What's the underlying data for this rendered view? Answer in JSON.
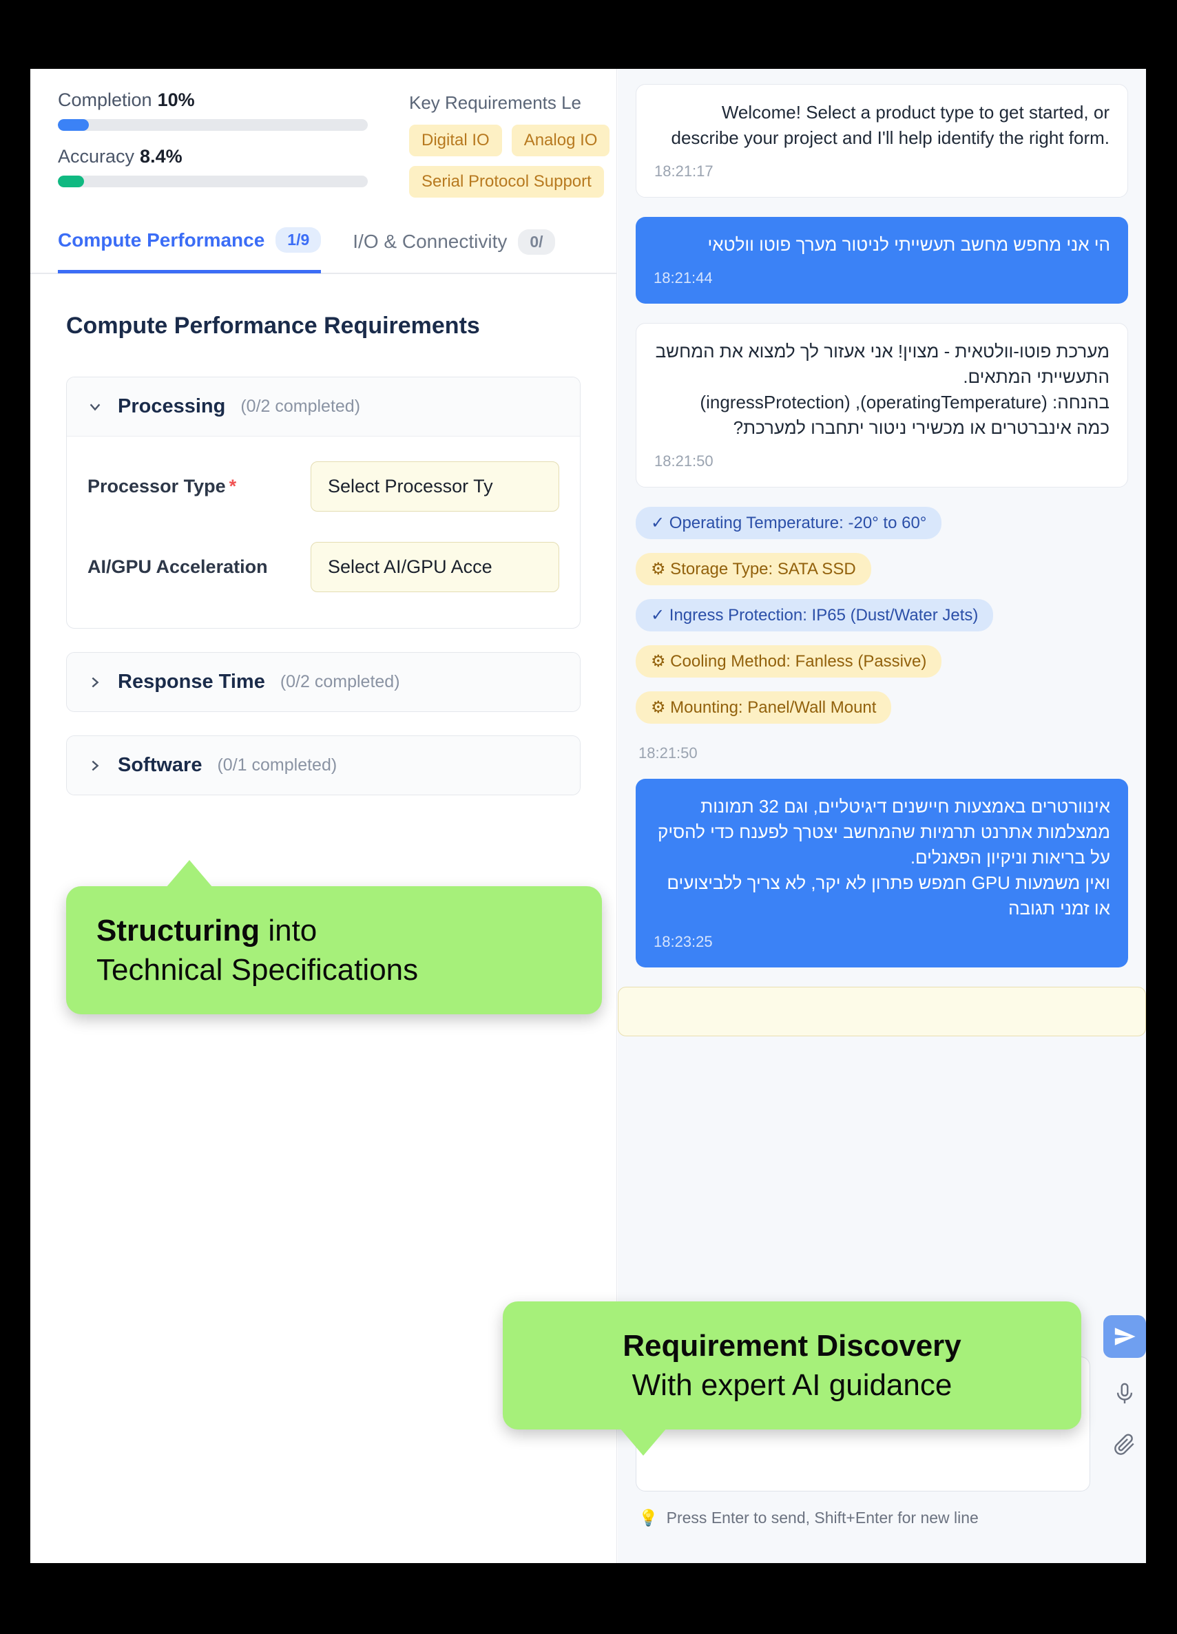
{
  "stats": {
    "completion_label": "Completion",
    "completion_value": "10%",
    "completion_pct": 10,
    "accuracy_label": "Accuracy",
    "accuracy_value": "8.4%",
    "accuracy_pct": 8.4,
    "key_requirements_title": "Key Requirements Le",
    "key_requirement_chips": [
      "Digital IO",
      "Analog IO",
      "Serial Protocol Support"
    ]
  },
  "tabs": [
    {
      "label": "Compute Performance",
      "badge": "1/9",
      "active": true
    },
    {
      "label": "I/O & Connectivity",
      "badge": "0/",
      "active": false
    }
  ],
  "form": {
    "section_title": "Compute Performance Requirements",
    "sections": [
      {
        "name": "Processing",
        "count": "(0/2 completed)",
        "expanded": true,
        "fields": [
          {
            "label": "Processor Type",
            "required": true,
            "value": "Select Processor Ty"
          },
          {
            "label": "AI/GPU Acceleration",
            "required": false,
            "value": "Select AI/GPU Acce"
          }
        ]
      },
      {
        "name": "Response Time",
        "count": "(0/2 completed)",
        "expanded": false,
        "fields": []
      },
      {
        "name": "Software",
        "count": "(0/1 completed)",
        "expanded": false,
        "fields": []
      }
    ]
  },
  "chat": {
    "messages": [
      {
        "role": "ai",
        "lines": [
          "Welcome! Select a product type to get started, or describe your project and I'll help identify the right form."
        ],
        "timestamp": "18:21:17"
      },
      {
        "role": "user",
        "lines": [
          "הי אני מחפש מחשב תעשייתי לניטור מערך פוטו וולטאי"
        ],
        "timestamp": "18:21:44"
      },
      {
        "role": "ai",
        "lines": [
          "מערכת פוטו-וולטאית - מצוין! אני אעזור לך למצוא את המחשב התעשייתי המתאים.",
          "בהנחה: (operatingTemperature), (ingressProtection)",
          "כמה אינברטרים או מכשירי ניטור יתחברו למערכת?"
        ],
        "timestamp": "18:21:50"
      }
    ],
    "extracted": {
      "chips": [
        {
          "text": "Operating Temperature: -20° to 60°",
          "icon": "✓",
          "state": "confirmed"
        },
        {
          "text": "Storage Type: SATA SSD",
          "icon": "⚙",
          "state": "pending"
        },
        {
          "text": "Ingress Protection: IP65 (Dust/Water Jets)",
          "icon": "✓",
          "state": "confirmed"
        },
        {
          "text": "Cooling Method: Fanless (Passive)",
          "icon": "⚙",
          "state": "pending"
        },
        {
          "text": "Mounting: Panel/Wall Mount",
          "icon": "⚙",
          "state": "pending"
        }
      ],
      "timestamp": "18:21:50"
    },
    "last_user_message": {
      "role": "user",
      "lines": [
        "אינוורטרים באמצעות חיישנים דיגיטליים, וגם 32 תמונות ממצלמות אתרנט תרמיות שהמחשב יצטרך לפענח כדי להסיק על בריאות וניקיון הפאנלים.",
        "ואין משמעות GPU חמפש פתרון לא יקר, לא צריך ללביצועים או זמני תגובה"
      ],
      "timestamp": "18:23:25"
    },
    "composer": {
      "hint": "Press Enter to send, Shift+Enter for new line",
      "hint_icon": "💡",
      "send_icon": "send-icon",
      "mic_icon": "microphone-icon",
      "attach_icon": "paperclip-icon"
    }
  },
  "callouts": [
    {
      "line1_bold": "Structuring",
      "line1_rest": " into",
      "line2": "Technical Specifications"
    },
    {
      "line1_bold": "Requirement Discovery",
      "line1_rest": "",
      "line2": "With expert AI guidance"
    }
  ],
  "colors": {
    "accent_blue": "#3b82f6",
    "accent_green": "#10b981",
    "callout_green": "#a6f07a",
    "chip_yellow": "#fdf0c4",
    "chip_blue": "#d9e7fb"
  }
}
